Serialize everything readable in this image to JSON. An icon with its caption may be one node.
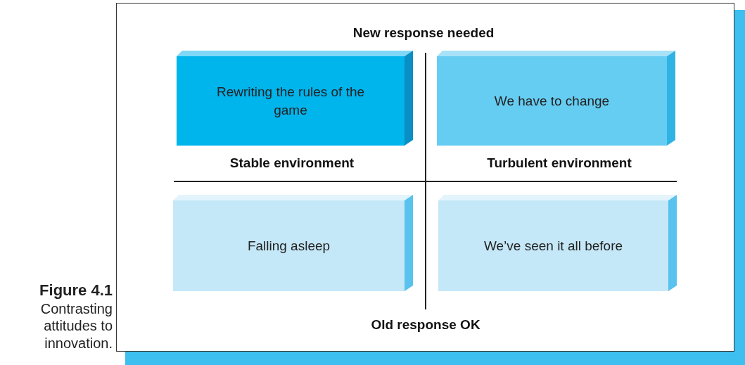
{
  "diagram": {
    "caption": "**Figure 4.1** Contrasting attitudes to innovation.",
    "nodes": [
      {
        "text": [
          "Rewriting the rules of the game"
        ]
      },
      {
        "text": [
          "We have to change"
        ]
      },
      {
        "text": [
          "Falling asleep"
        ]
      },
      {
        "text": [
          "We’ve seen it all before"
        ]
      }
    ],
    "labels": [
      "New response needed",
      "Stable environment",
      "Turbulent environment",
      "Old response OK"
    ]
  }
}
